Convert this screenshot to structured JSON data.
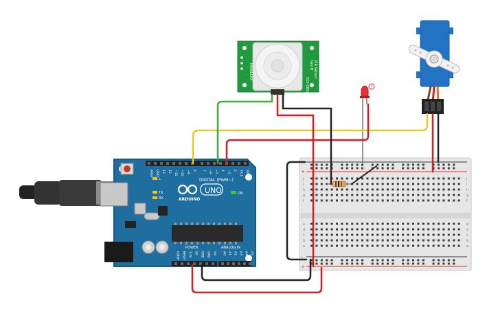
{
  "arduino": {
    "logo_text": "ARDUINO",
    "model": "UNO",
    "digital_label": "DIGITAL (PWM~)",
    "analog_label": "ANALOG IN",
    "power_label": "POWER",
    "on_label": "ON",
    "led_labels": [
      "L",
      "TX",
      "RX"
    ],
    "top_pins": [
      "AREF",
      "GND",
      "13",
      "12",
      "~11",
      "~10",
      "~9",
      "8",
      "7",
      "~6",
      "~5",
      "4",
      "~3",
      "2",
      "TX 1",
      "RX 0"
    ],
    "power_pins": [
      "IOREF",
      "RESET",
      "3.3V",
      "5V",
      "GND",
      "GND",
      "Vin"
    ],
    "analog_pins": [
      "A0",
      "A1",
      "A2",
      "A3",
      "A4",
      "A5"
    ]
  },
  "pir_sensor": {
    "label_lines": [
      "PIR Sensor",
      "Rev B",
      "555-28027"
    ],
    "brand": "PARALLAX"
  },
  "led": {
    "badge": "!"
  },
  "breadboard": {
    "row_letters_top": [
      "j",
      "i",
      "h",
      "g",
      "f"
    ],
    "row_letters_bottom": [
      "e",
      "d",
      "c",
      "b",
      "a"
    ],
    "rail_plus": "+",
    "rail_minus": "-",
    "column_count": 30
  },
  "colors": {
    "board": "#1e6ea0",
    "board_dark": "#155a86",
    "pir_pcb": "#1f9a3c",
    "servo": "#2373c5",
    "wire_red": "#d21e1e",
    "wire_black": "#222222",
    "wire_green": "#3fae3a",
    "wire_yellow": "#e8c91c",
    "rail_red": "#d33",
    "rail_blue": "#334",
    "breadboard": "#e6e6e6"
  }
}
